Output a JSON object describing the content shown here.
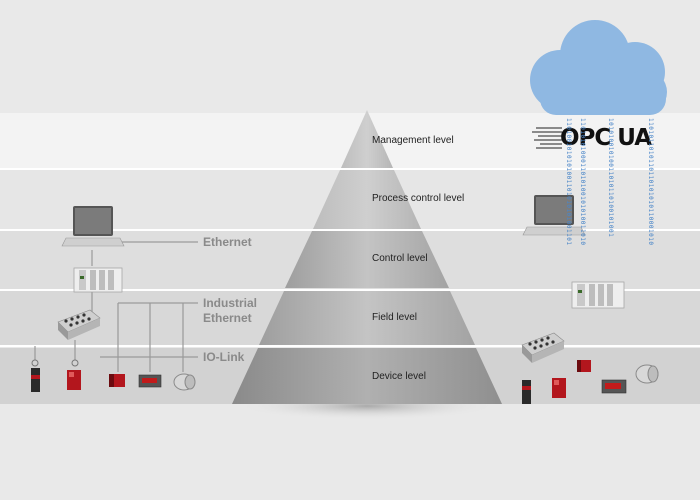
{
  "pyramid_levels": [
    {
      "label": "Management level"
    },
    {
      "label": "Process control level"
    },
    {
      "label": "Control level"
    },
    {
      "label": "Field level"
    },
    {
      "label": "Device level"
    }
  ],
  "network_labels": {
    "ethernet": "Ethernet",
    "industrial_line1": "Industrial",
    "industrial_line2": "Ethernet",
    "iolink": "IO-Link"
  },
  "cloud_logo": "OPC UA",
  "binary_streams": [
    "1101001010101001101010101001101",
    "1101010100011010100101010011010",
    "10101001010011010110100101001",
    "1101011010110110101010110001010"
  ],
  "colors": {
    "cloud": "#8fb8e2",
    "binary": "#4a86c8",
    "device_red": "#b3161d",
    "band_light": "#f4f4f4",
    "band_mid": "#dddddd"
  }
}
